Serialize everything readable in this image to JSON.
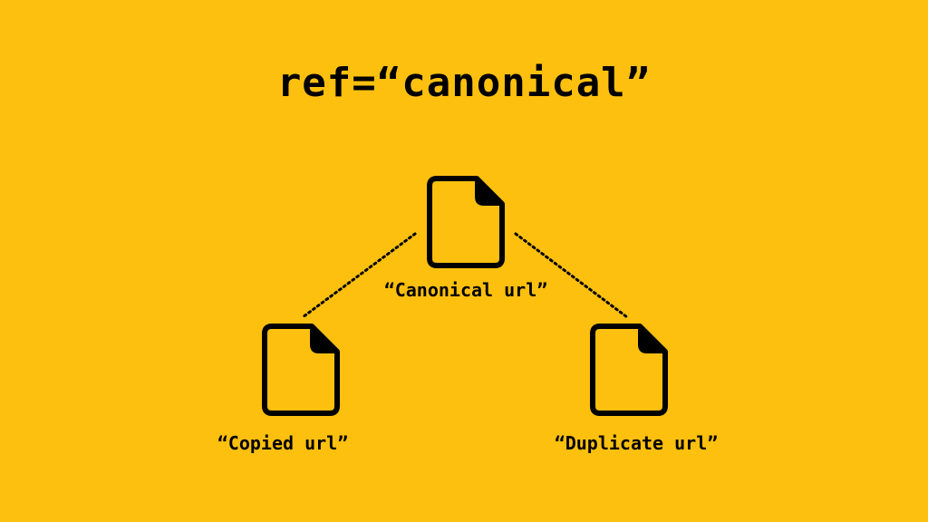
{
  "background_color": "#FDC00F",
  "ink_color": "#000000",
  "title": "ref=“canonical”",
  "nodes": {
    "canonical": {
      "label": "“Canonical url”",
      "icon": "document-icon"
    },
    "copied": {
      "label": "“Copied url”",
      "icon": "document-icon"
    },
    "duplicate": {
      "label": "“Duplicate url”",
      "icon": "document-icon"
    }
  },
  "edges": [
    {
      "from": "canonical",
      "to": "copied",
      "style": "dotted"
    },
    {
      "from": "canonical",
      "to": "duplicate",
      "style": "dotted"
    }
  ]
}
